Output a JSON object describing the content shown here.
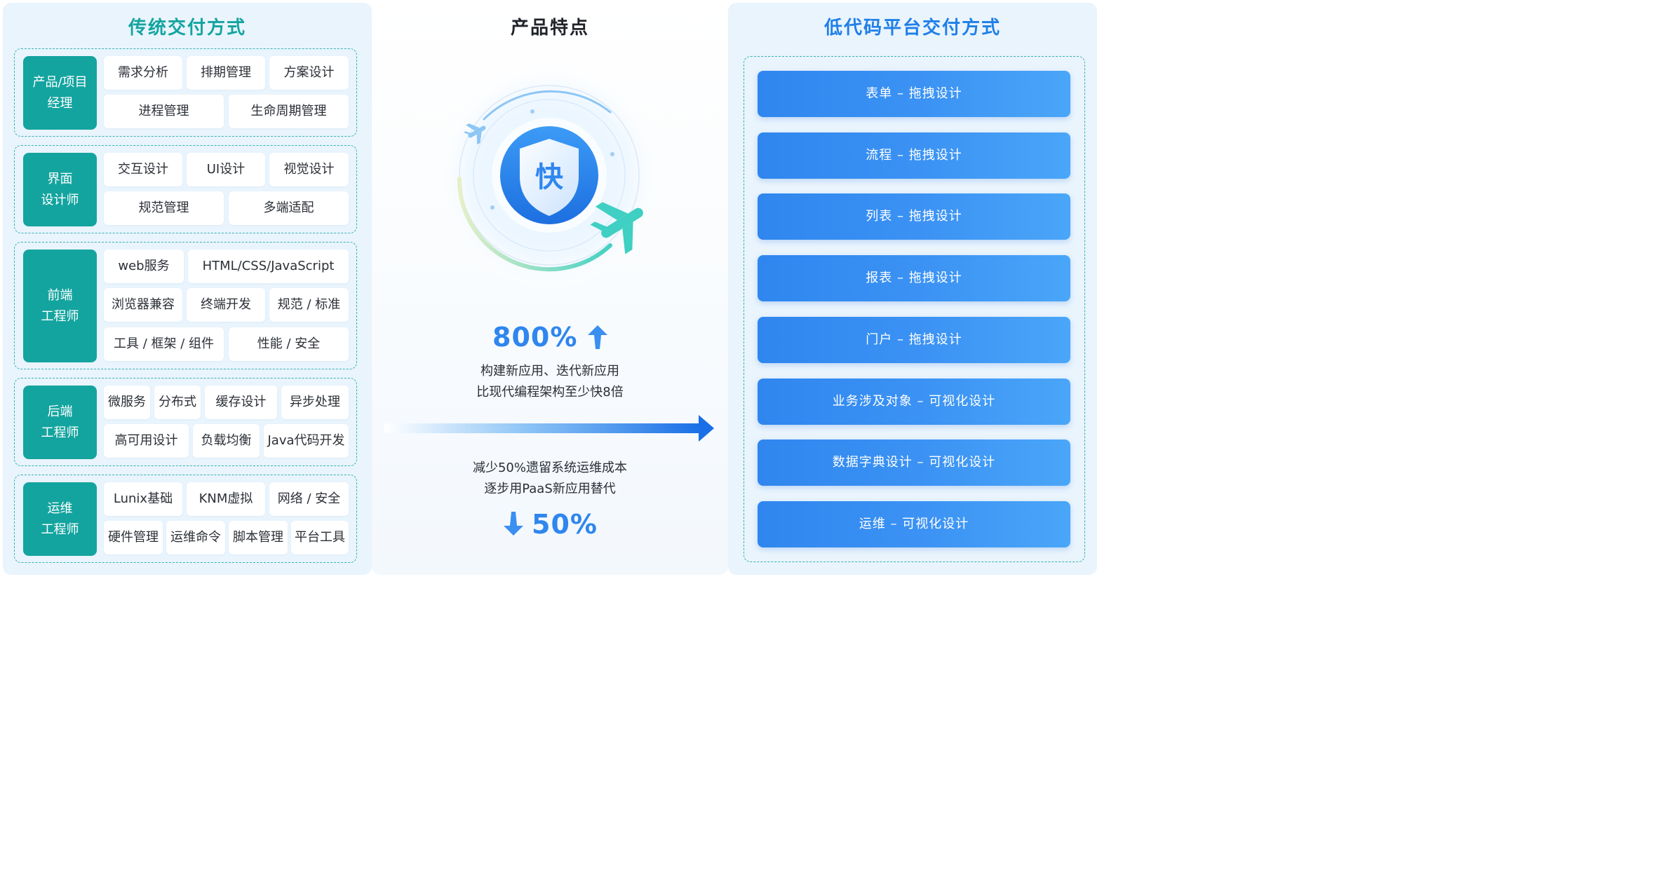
{
  "titles": {
    "left": "传统交付方式",
    "middle": "产品特点",
    "right": "低代码平台交付方式"
  },
  "traditional_groups": [
    {
      "role": "产品/项目\n经理",
      "skills": [
        "需求分析",
        "排期管理",
        "方案设计",
        "进程管理",
        "生命周期管理"
      ]
    },
    {
      "role": "界面\n设计师",
      "skills": [
        "交互设计",
        "UI设计",
        "视觉设计",
        "规范管理",
        "多端适配"
      ]
    },
    {
      "role": "前端\n工程师",
      "skills": [
        "web服务",
        "HTML/CSS/JavaScript",
        "浏览器兼容",
        "终端开发",
        "规范 / 标准",
        "工具 / 框架 / 组件",
        "性能 / 安全"
      ]
    },
    {
      "role": "后端\n工程师",
      "skills": [
        "微服务",
        "分布式",
        "缓存设计",
        "异步处理",
        "高可用设计",
        "负载均衡",
        "Java代码开发"
      ]
    },
    {
      "role": "运维\n工程师",
      "skills": [
        "Lunix基础",
        "KNM虚拟",
        "网络 / 安全",
        "硬件管理",
        "运维命令",
        "脚本管理",
        "平台工具"
      ]
    }
  ],
  "features": {
    "badge": "快",
    "speed": {
      "value": "800%",
      "description": "构建新应用、迭代新应用\n比现代编程架构至少快8倍"
    },
    "cost": {
      "value": "50%",
      "description": "减少50%遗留系统运维成本\n逐步用PaaS新应用替代"
    }
  },
  "lowcode_items": [
    "表单 – 拖拽设计",
    "流程 – 拖拽设计",
    "列表 – 拖拽设计",
    "报表 – 拖拽设计",
    "门户 – 拖拽设计",
    "业务涉及对象 – 可视化设计",
    "数据字典设计 – 可视化设计",
    "运维 – 可视化设计"
  ],
  "colors": {
    "teal": "#14a49f",
    "blue": "#2f86ee",
    "panel": "#e9f4fd"
  }
}
